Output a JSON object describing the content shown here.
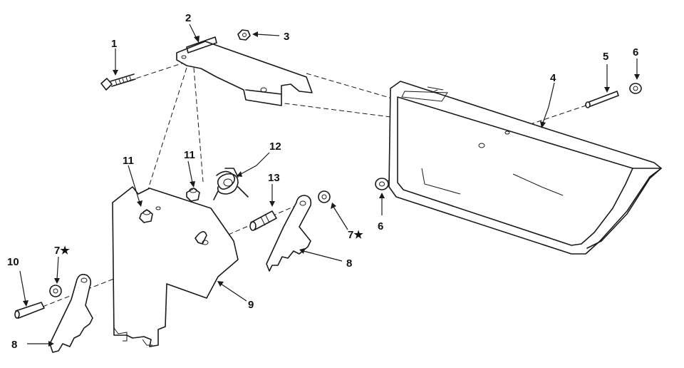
{
  "callouts": {
    "c1": "1",
    "c2": "2",
    "c3": "3",
    "c4": "4",
    "c5": "5",
    "c6a": "6",
    "c6b": "6",
    "c7a": "7★",
    "c7b": "7★",
    "c8a": "8",
    "c8b": "8",
    "c9": "9",
    "c10": "10",
    "c11a": "11",
    "c11b": "11",
    "c12": "12",
    "c13": "13"
  },
  "colors": {
    "ink": "#1a1a1a",
    "background": "#ffffff"
  }
}
